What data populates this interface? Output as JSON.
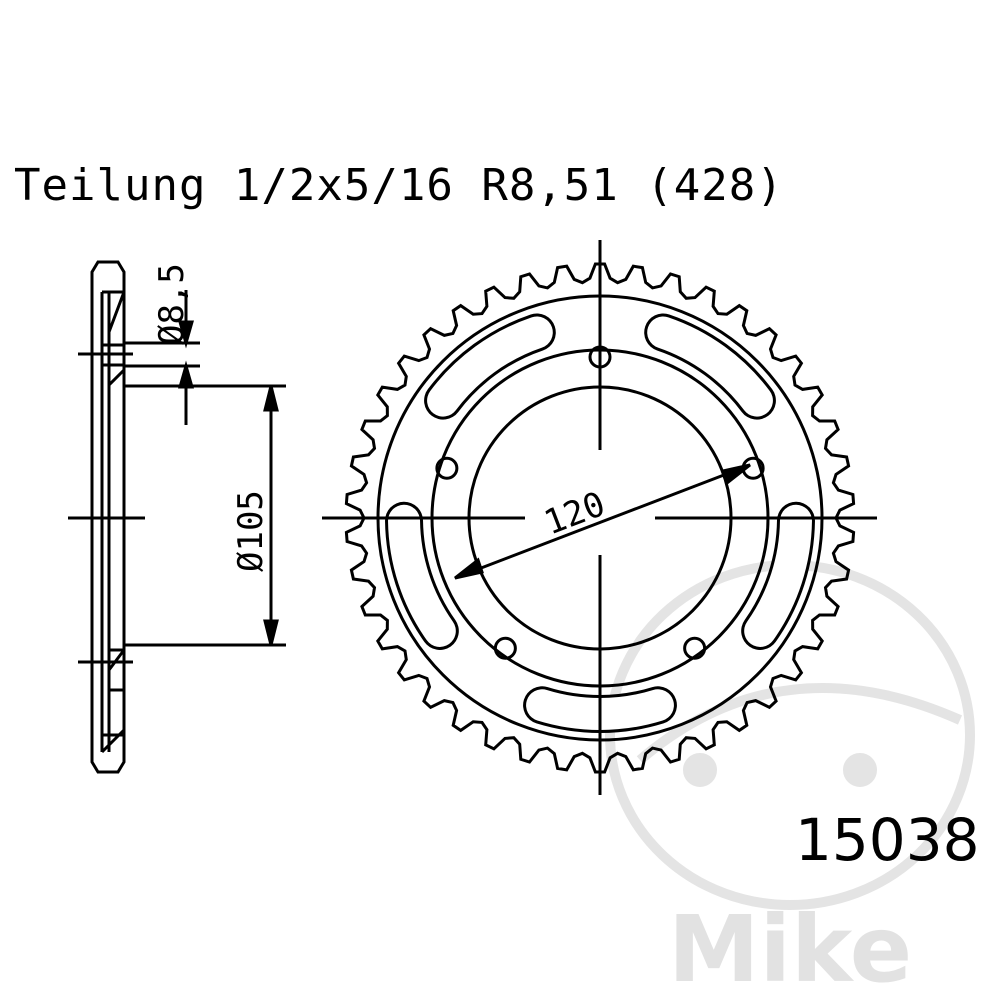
{
  "title": "Teilung 1/2x5/16 R8,51 (428)",
  "dimensions": {
    "hole_diameter": "Ø8,5",
    "center_bore": "Ø105",
    "bolt_circle": "120"
  },
  "part_number": "15038",
  "watermark": "Mike",
  "sprocket": {
    "teeth": 42,
    "bolt_holes": 5,
    "slots": 5
  }
}
